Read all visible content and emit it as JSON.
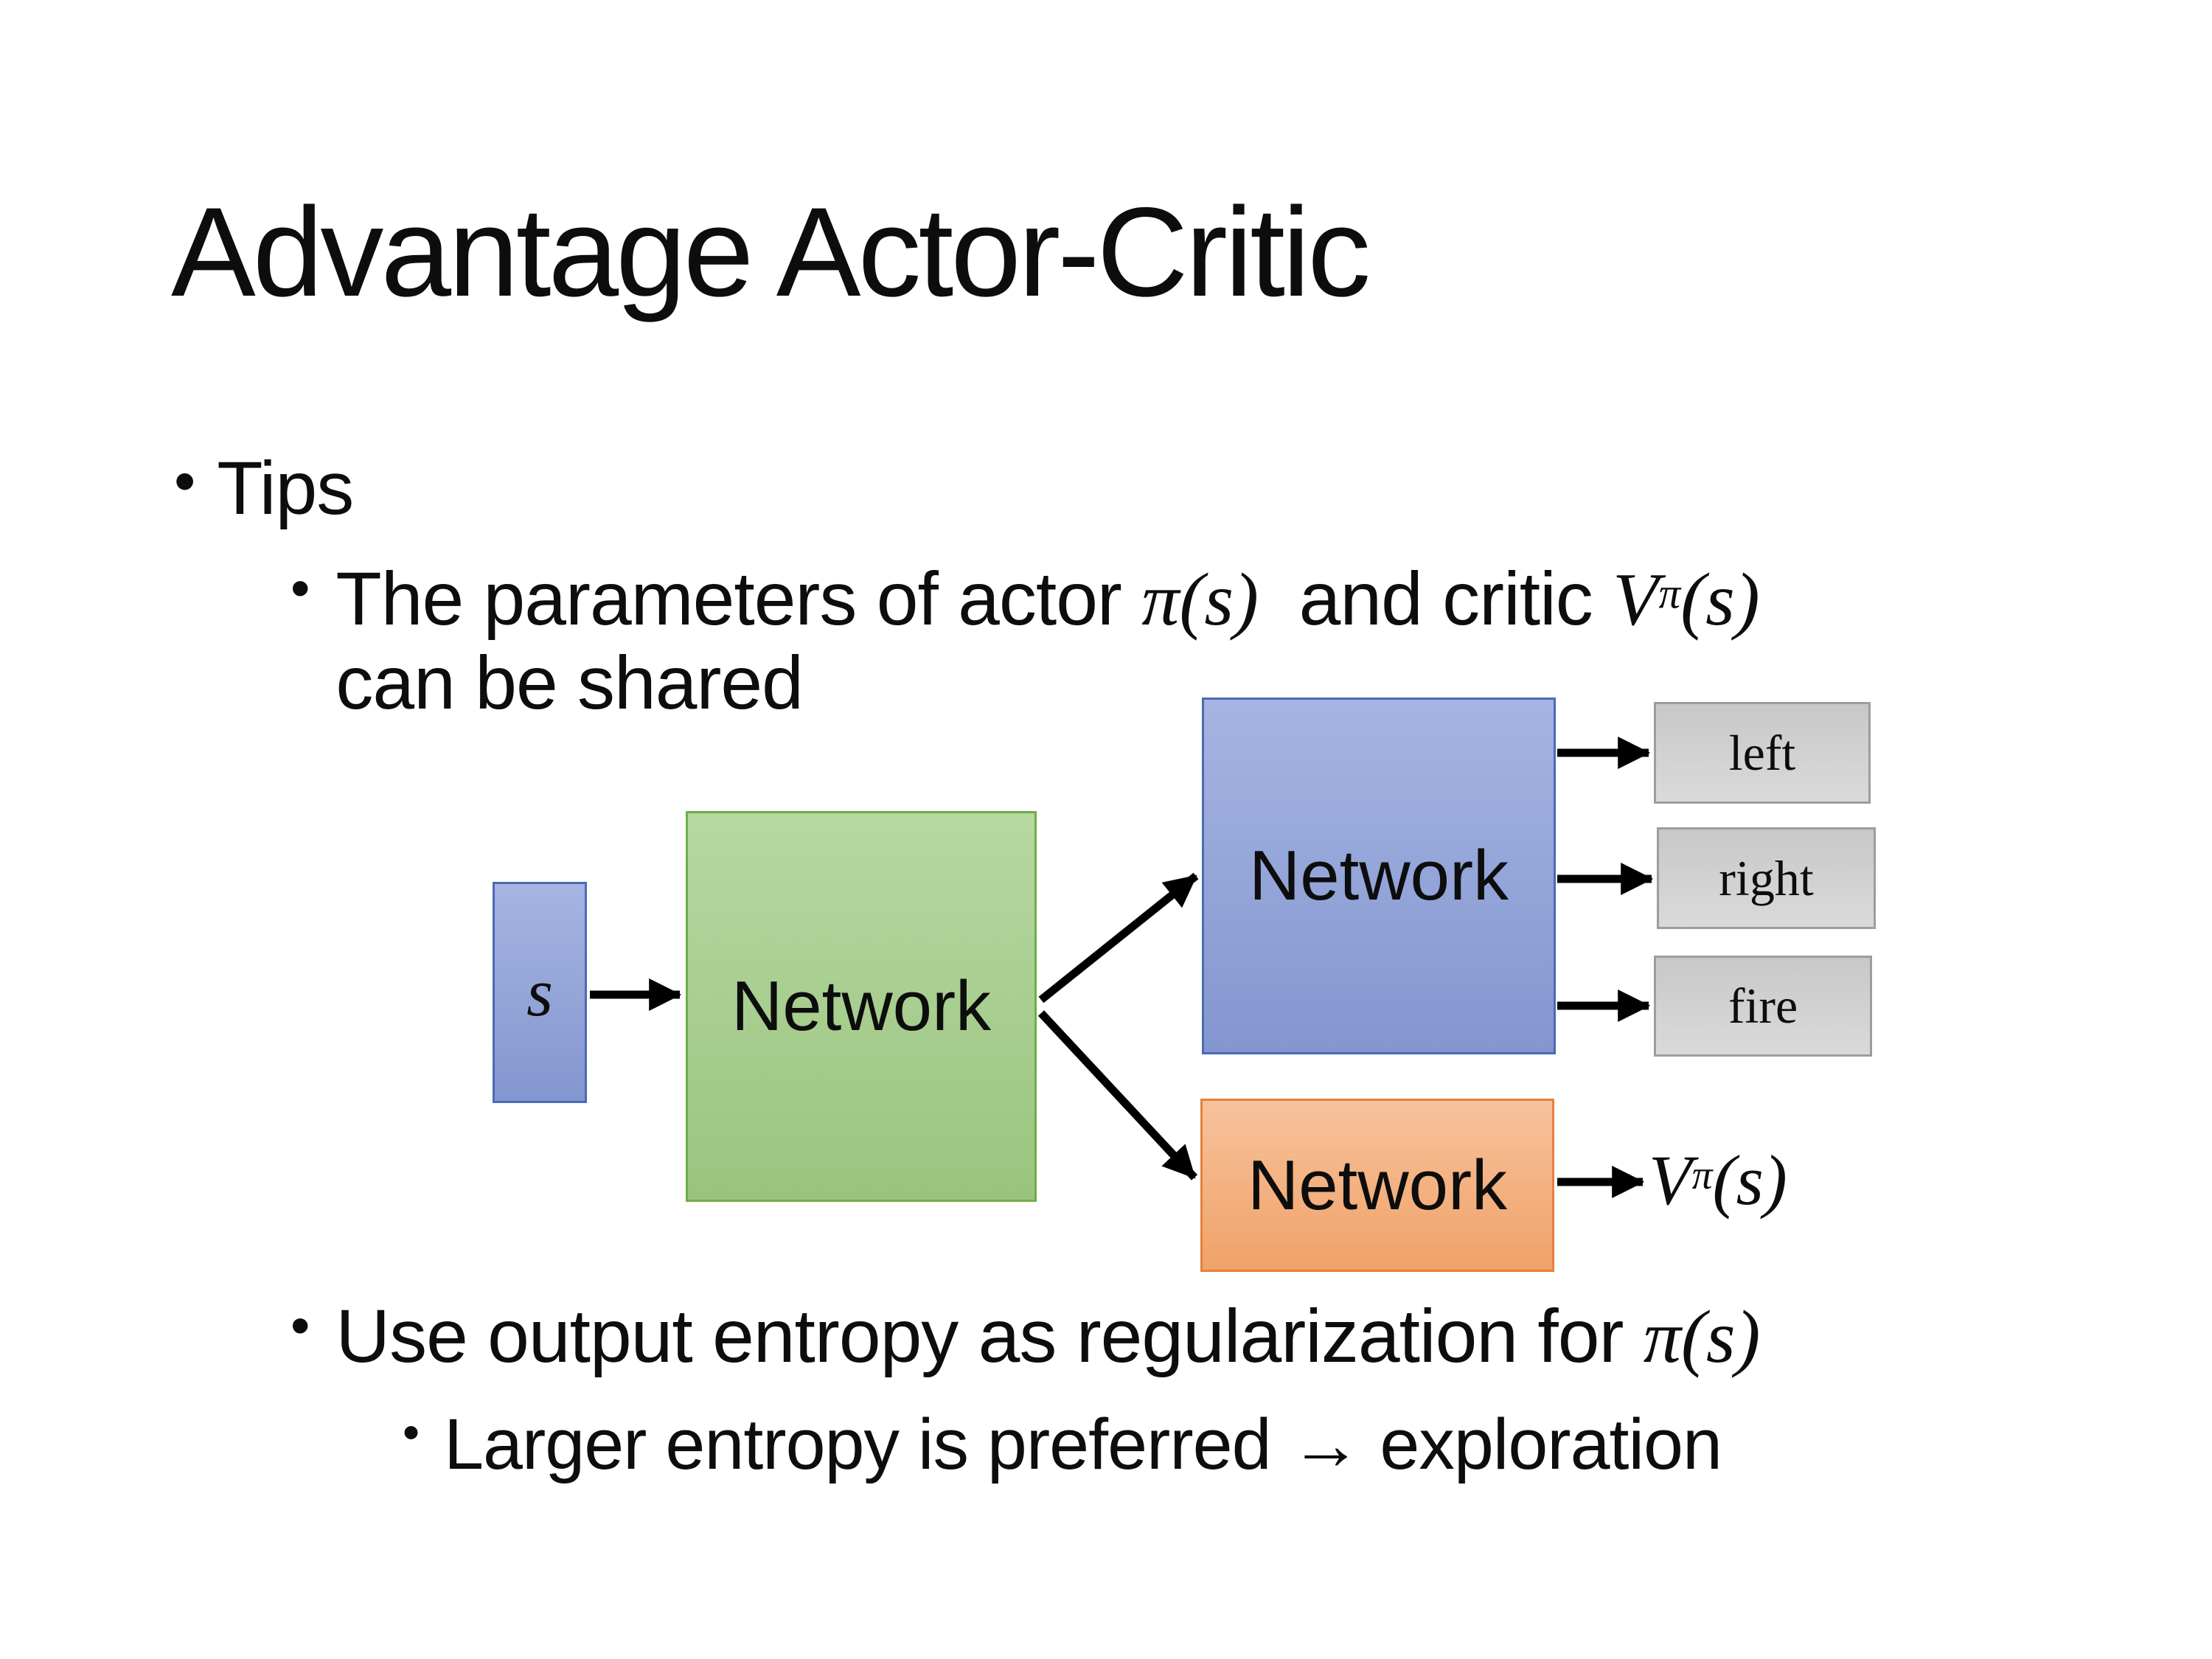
{
  "slide": {
    "title": "Advantage Actor-Critic",
    "bullet_char": "•",
    "tips_label": "Tips",
    "tip_shared": {
      "pre": "The parameters of actor ",
      "math_actor": "π(s)",
      "mid": "  and critic ",
      "math_critic_base": "V",
      "math_critic_sup": "π",
      "math_critic_tail": "(s)",
      "line2": "can be shared"
    },
    "tip_entropy": {
      "pre": "Use output entropy as regularization for ",
      "math": "π(s)"
    },
    "tip_exploration": "Larger entropy is preferred → exploration"
  },
  "diagram": {
    "input_label": "s",
    "shared_network_label": "Network",
    "actor_network_label": "Network",
    "critic_network_label": "Network",
    "actions": [
      "left",
      "right",
      "fire"
    ],
    "value_base": "V",
    "value_sup": "π",
    "value_tail": "(s)"
  },
  "colors": {
    "text": "#0d0d0d",
    "arrow": "#000000",
    "blue_top": "#a5b4e2",
    "blue_bottom": "#8396cf",
    "blue_border": "#4a6ab4",
    "green_top": "#b6d8a2",
    "green_bottom": "#9ac47e",
    "green_border": "#6fae47",
    "orange_top": "#f7c29c",
    "orange_bottom": "#f0a268",
    "orange_border": "#e5813c",
    "gray_top": "#c8c8c8",
    "gray_bottom": "#dadada",
    "gray_border": "#9d9d9d"
  }
}
